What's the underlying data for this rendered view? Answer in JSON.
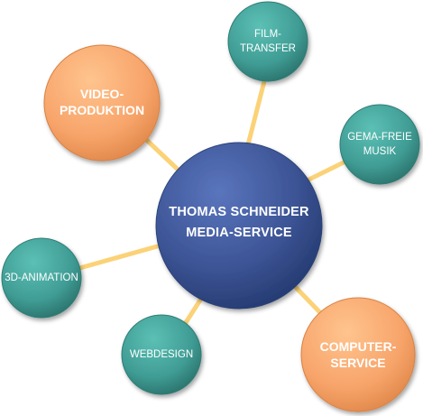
{
  "center": {
    "lines": [
      "THOMAS SCHNEIDER",
      "MEDIA-SERVICE"
    ]
  },
  "nodes": {
    "film_transfer": {
      "lines": [
        "FILM-",
        "TRANSFER"
      ]
    },
    "video_produktion": {
      "lines": [
        "VIDEO-",
        "PRODUKTION"
      ]
    },
    "gema_freie_musik": {
      "lines": [
        "GEMA-FREIE",
        "MUSIK"
      ]
    },
    "animation_3d": {
      "lines": [
        "3D-ANIMATION"
      ]
    },
    "webdesign": {
      "lines": [
        "WEBDESIGN"
      ]
    },
    "computer_service": {
      "lines": [
        "COMPUTER-",
        "SERVICE"
      ]
    }
  },
  "colors": {
    "center": "#3d5596",
    "teal": "#3f9c94",
    "orange": "#f7a46a",
    "connector": "#fbd277"
  }
}
